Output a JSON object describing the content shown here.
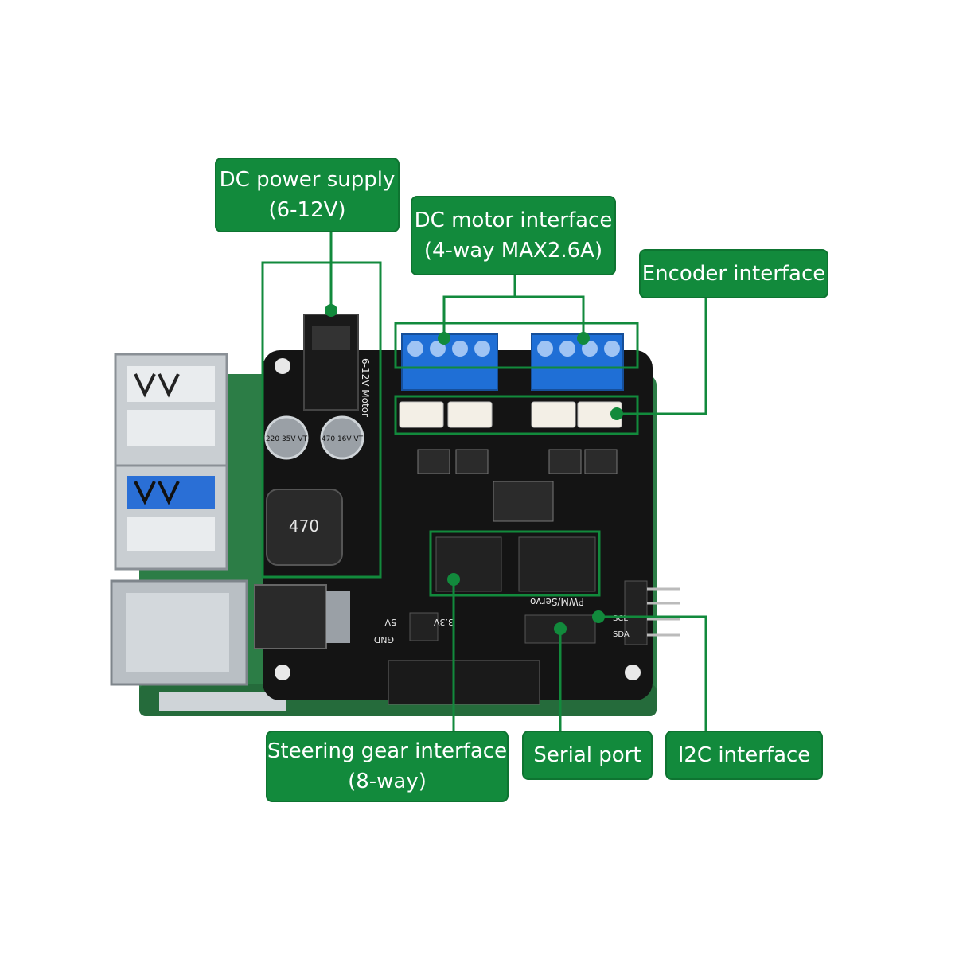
{
  "colors": {
    "label_bg": "#128a3c",
    "label_text": "#ffffff",
    "connector": "#128a3c",
    "board": "#141414",
    "base_pcb": "#2c7d46",
    "terminal_blue": "#1f6fd6"
  },
  "callouts": {
    "dc_power": {
      "line1": "DC power supply",
      "line2": "(6-12V)"
    },
    "dc_motor": {
      "line1": "DC motor interface",
      "line2": "(4-way MAX2.6A)"
    },
    "encoder": {
      "line1": "Encoder interface"
    },
    "steering": {
      "line1": "Steering gear interface",
      "line2": "(8-way)"
    },
    "serial": {
      "line1": "Serial port"
    },
    "i2c": {
      "line1": "I2C interface"
    }
  },
  "board_silkscreen": {
    "power_text": "6-12V Motor",
    "cap1": "220 35V VT",
    "cap2": "470 16V VT",
    "inductor": "470",
    "pwm_label": "PWM/Servo",
    "pin_5v": "5V",
    "pin_gnd": "GND",
    "pin_33v": "3.3V",
    "pin_scl": "SCL",
    "pin_sda": "SDA"
  }
}
